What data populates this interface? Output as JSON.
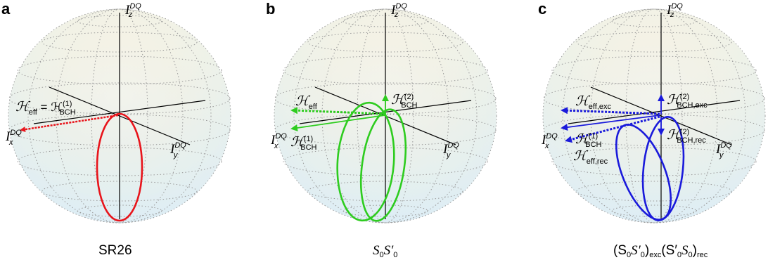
{
  "panels": [
    {
      "letter": "a",
      "caption": "SR26",
      "axis_labels": {
        "x": "I",
        "x_sup": "DQ",
        "x_sub": "x",
        "y": "I",
        "y_sup": "DQ",
        "y_sub": "y",
        "z": "I",
        "z_sup": "DQ",
        "z_sub": "z"
      },
      "vectors": [
        {
          "label": "ℋ",
          "sub": "eff",
          "eq": " = ℋ",
          "eq_sub": "BCH",
          "eq_sup": "(1)",
          "color": "#e8141b"
        }
      ],
      "ellipse_color": "#e8141b"
    },
    {
      "letter": "b",
      "caption_main": "S",
      "caption_sub1": "0",
      "caption_main2": "S′",
      "caption_sub2": "0",
      "axis_labels": {
        "x": "I",
        "x_sup": "DQ",
        "x_sub": "x",
        "y": "I",
        "y_sup": "DQ",
        "y_sub": "y",
        "z": "I",
        "z_sup": "DQ",
        "z_sub": "z"
      },
      "vectors": [
        {
          "label": "ℋ",
          "sub": "eff",
          "color": "#2ecc1f"
        },
        {
          "label": "ℋ",
          "sub": "BCH",
          "sup": "(1)",
          "color": "#2ecc1f"
        },
        {
          "label": "ℋ",
          "sub": "BCH",
          "sup": "(2)",
          "color": "#2ecc1f"
        }
      ],
      "ellipse_color": "#2ecc1f"
    },
    {
      "letter": "c",
      "caption_parts": [
        "(S",
        "0",
        "S′",
        "0",
        ")",
        "exc",
        "(S′",
        "0",
        "S",
        "0",
        ")",
        "rec"
      ],
      "axis_labels": {
        "x": "I",
        "x_sup": "DQ",
        "x_sub": "x",
        "y": "I",
        "y_sup": "DQ",
        "y_sub": "y",
        "z": "I",
        "z_sup": "DQ",
        "z_sub": "z"
      },
      "vectors": [
        {
          "label": "ℋ",
          "sub": "eff,exc",
          "color": "#1a1adb"
        },
        {
          "label": "ℋ",
          "sub": "BCH",
          "sup": "(1)",
          "color": "#1a1adb"
        },
        {
          "label": "ℋ",
          "sub": "eff,rec",
          "color": "#1a1adb"
        },
        {
          "label": "ℋ",
          "sub": "BCH,exc",
          "sup": "(2)",
          "color": "#1a1adb"
        },
        {
          "label": "ℋ",
          "sub": "BCH,rec",
          "sup": "(2)",
          "color": "#1a1adb"
        }
      ],
      "ellipse_color": "#1a1adb"
    }
  ]
}
